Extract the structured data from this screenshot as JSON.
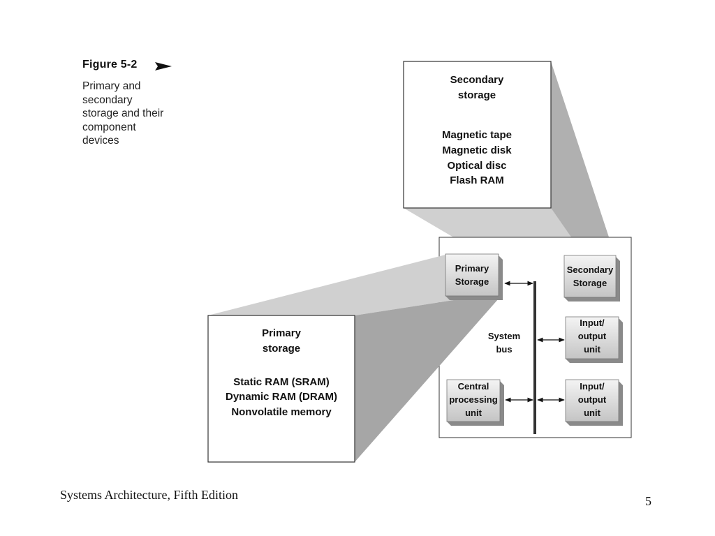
{
  "figure": {
    "title": "Figure 5-2",
    "caption_lines": [
      "Primary and",
      "secondary",
      "storage and their",
      "component",
      "devices"
    ]
  },
  "callouts": {
    "secondary": {
      "heading": [
        "Secondary",
        "storage"
      ],
      "items": [
        "Magnetic tape",
        "Magnetic disk",
        "Optical disc",
        "Flash RAM"
      ]
    },
    "primary": {
      "heading": [
        "Primary",
        "storage"
      ],
      "items": [
        "Static RAM (SRAM)",
        "Dynamic RAM (DRAM)",
        "Nonvolatile memory"
      ]
    }
  },
  "system": {
    "primary_storage": [
      "Primary",
      "Storage"
    ],
    "secondary_storage": [
      "Secondary",
      "Storage"
    ],
    "system_bus": [
      "System",
      "bus"
    ],
    "cpu": [
      "Central",
      "processing",
      "unit"
    ],
    "io_unit_1": [
      "Input/",
      "output",
      "unit"
    ],
    "io_unit_2": [
      "Input/",
      "output",
      "unit"
    ]
  },
  "footer": {
    "left": "Systems Architecture, Fifth Edition",
    "page": "5"
  },
  "colors": {
    "projection_light": "#cccccc",
    "projection_dark": "#a8a8a8",
    "block_face_top": "#f2f2f2",
    "block_face_bottom": "#c8c8c8",
    "block_shadow": "#8a8a8a",
    "bus": "#333333"
  }
}
